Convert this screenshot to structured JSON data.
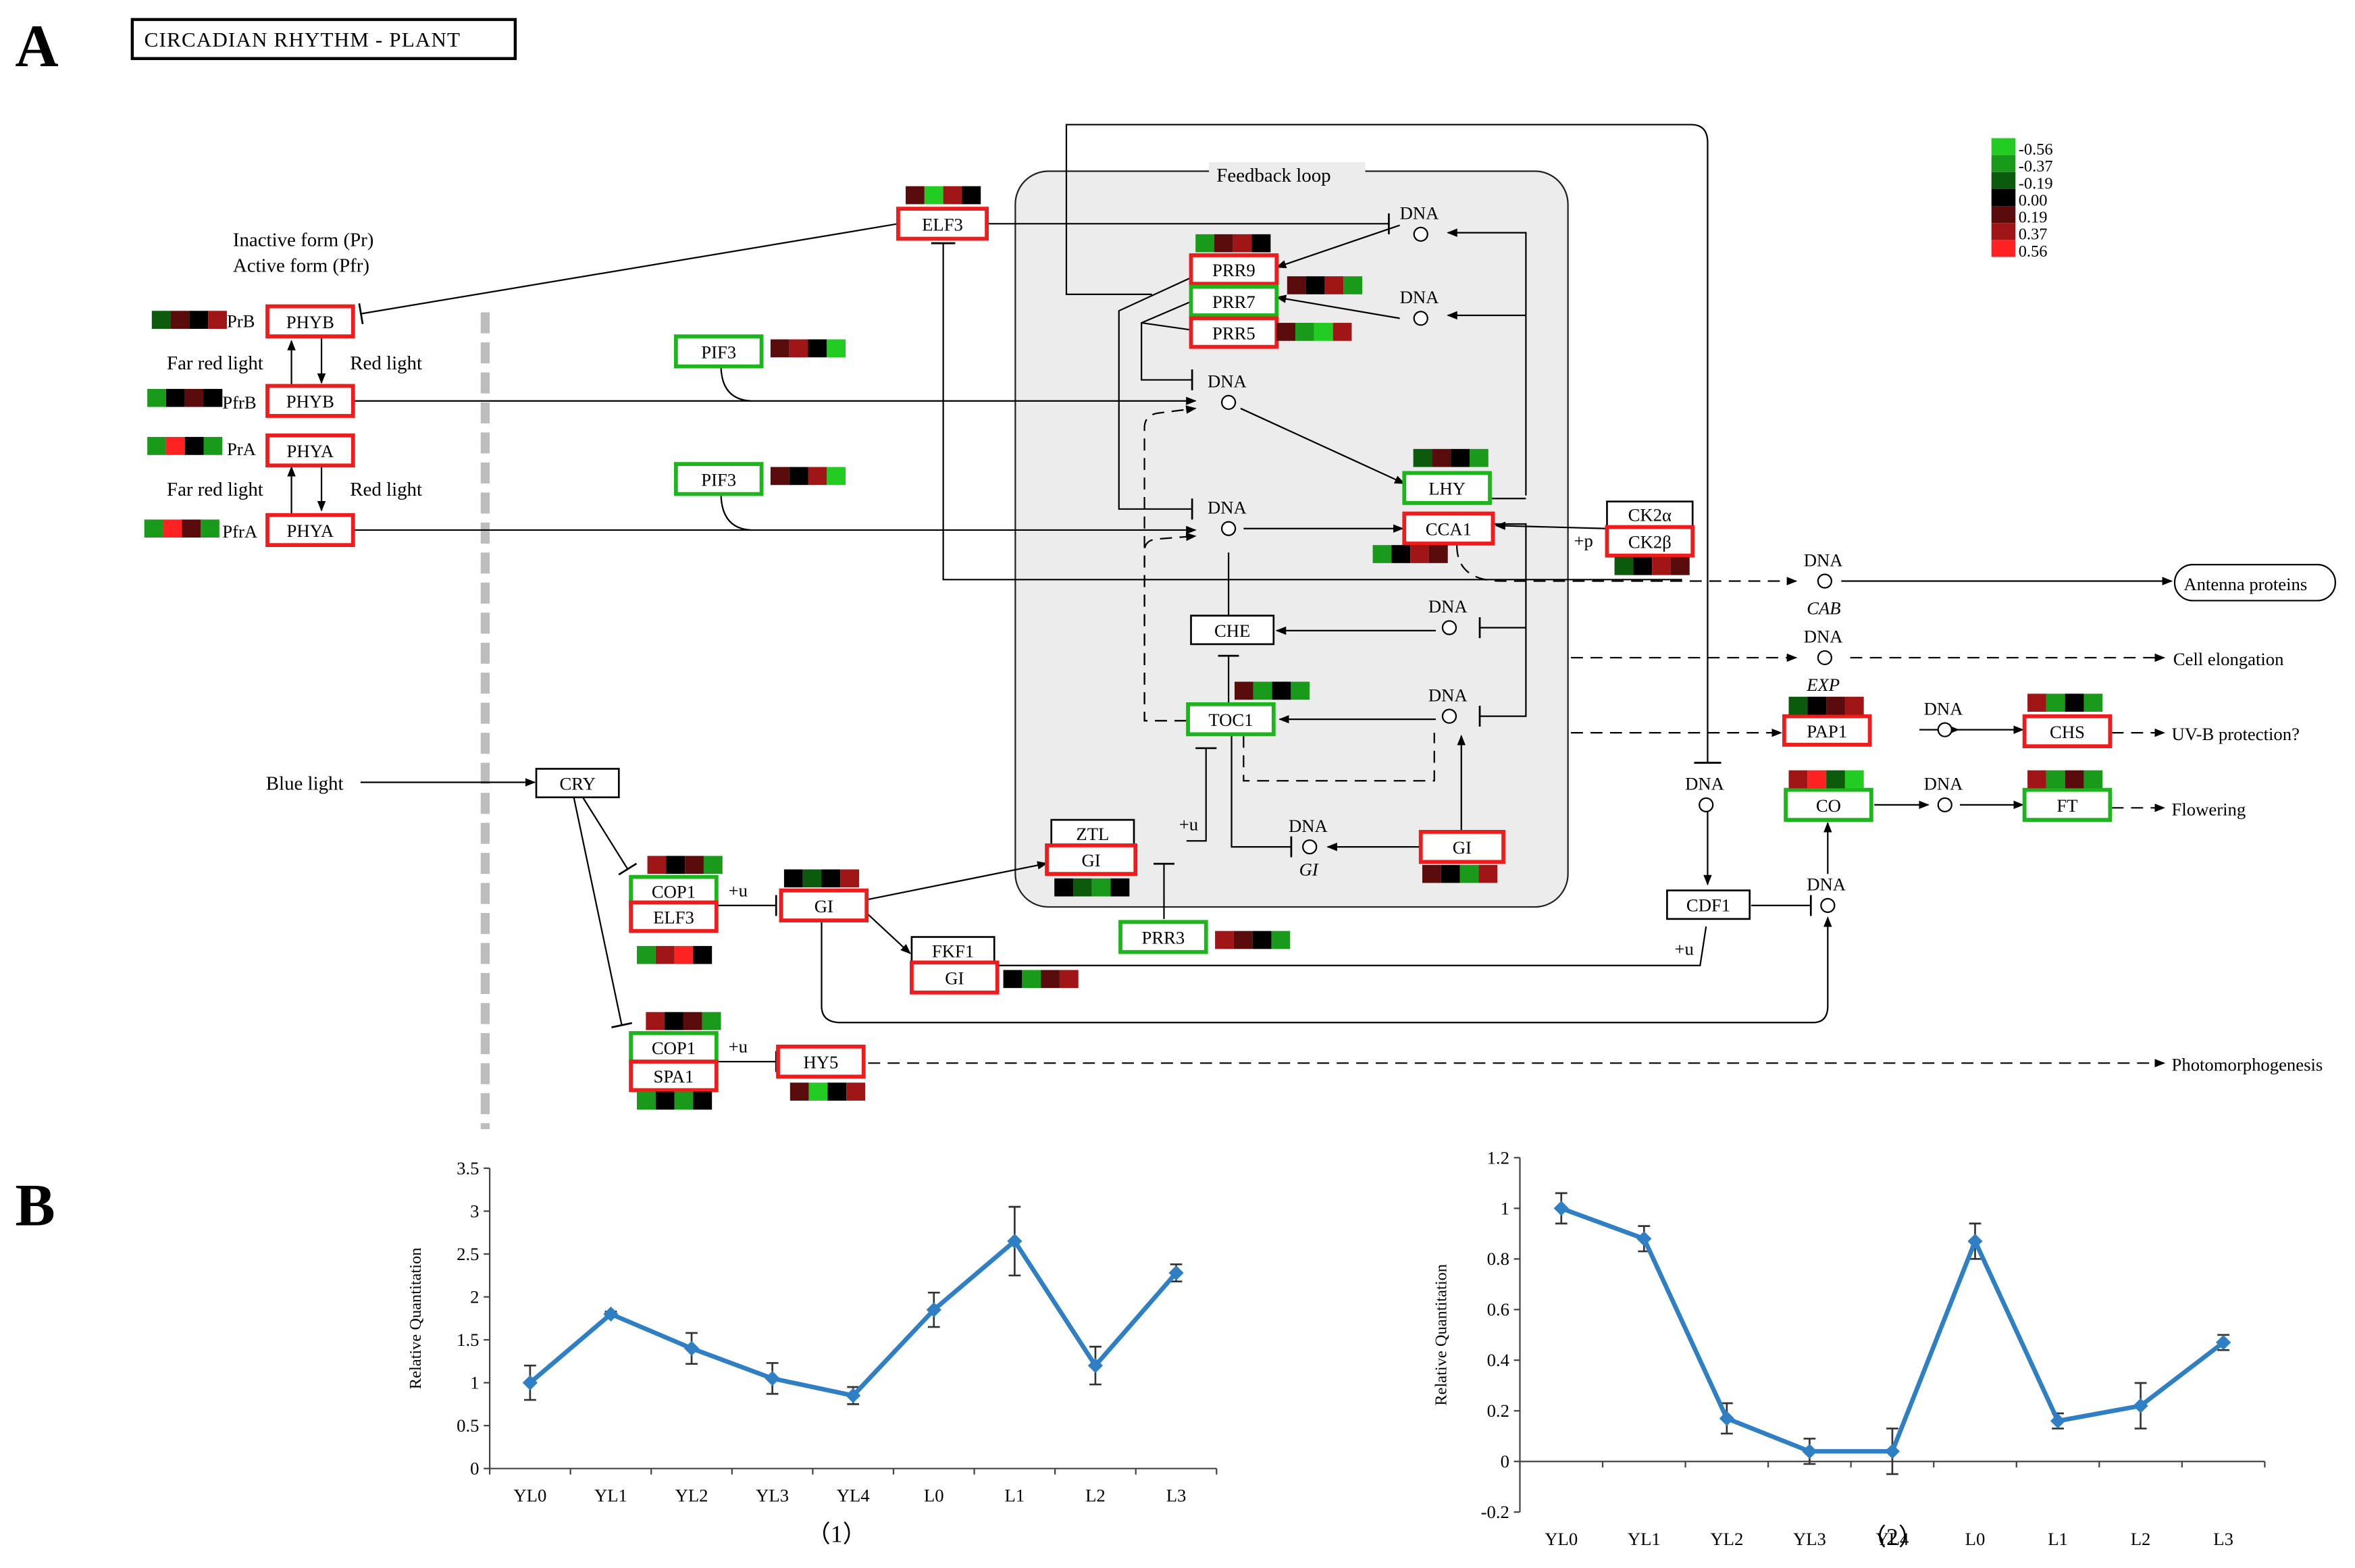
{
  "panel_labels": {
    "a": "A",
    "b": "B"
  },
  "pathway_title": "CIRCADIAN RHYTHM - PLANT",
  "feedback_label": "Feedback loop",
  "legend": {
    "values": [
      "-0.56",
      "-0.37",
      "-0.19",
      "0.00",
      "0.19",
      "0.37",
      "0.56"
    ],
    "colors": [
      "#22cc22",
      "#1a9a1a",
      "#0c5a0c",
      "#000000",
      "#5a0c0c",
      "#a01515",
      "#ff2222"
    ]
  },
  "colors": {
    "up": "#ee1c1c",
    "down": "#1cb51c",
    "neutral": "#000000",
    "loop_fill": "#ececec",
    "line_series": "#2e7fc4"
  },
  "texts": {
    "inactive_form": "Inactive form (Pr)",
    "active_form": "Active form (Pfr)",
    "far_red_1": "Far red light",
    "red_1": "Red light",
    "far_red_2": "Far red light",
    "red_2": "Red light",
    "prb": "PrB",
    "pfrb": "PfrB",
    "pra": "PrA",
    "pfra": "PfrA",
    "blue_light": "Blue light",
    "dna": "DNA",
    "cab": "CAB",
    "exp": "EXP",
    "gi_italic": "GI",
    "plus_u": "+u",
    "plus_p": "+p",
    "antenna": "Antenna proteins",
    "cell_elong": "Cell elongation",
    "uvb": "UV-B protection?",
    "flowering": "Flowering",
    "photomorph": "Photomorphogenesis"
  },
  "genes": {
    "PHYB_1": "PHYB",
    "PHYB_2": "PHYB",
    "PHYA_1": "PHYA",
    "PHYA_2": "PHYA",
    "ELF3_top": "ELF3",
    "PIF3_1": "PIF3",
    "PIF3_2": "PIF3",
    "PRR9": "PRR9",
    "PRR7": "PRR7",
    "PRR5": "PRR5",
    "LHY": "LHY",
    "CCA1": "CCA1",
    "CHE": "CHE",
    "TOC1": "TOC1",
    "ZTL": "ZTL",
    "GI_ztl": "GI",
    "GI_right": "GI",
    "PRR3": "PRR3",
    "FKF1": "FKF1",
    "GI_fkf1": "GI",
    "GI_mid": "GI",
    "CRY": "CRY",
    "COP1_1": "COP1",
    "ELF3_low": "ELF3",
    "COP1_2": "COP1",
    "SPA1": "SPA1",
    "HY5": "HY5",
    "CK2a": "CK2α",
    "CK2b": "CK2β",
    "CDF1": "CDF1",
    "PAP1": "PAP1",
    "CHS": "CHS",
    "CO": "CO",
    "FT": "FT"
  },
  "heatmaps": {
    "prb": [
      "#0c5a0c",
      "#5a0c0c",
      "#000000",
      "#a01515"
    ],
    "pfrb": [
      "#1a9a1a",
      "#000000",
      "#5a0c0c",
      "#000000"
    ],
    "pra": [
      "#1a9a1a",
      "#ff2222",
      "#000000",
      "#1a9a1a"
    ],
    "pfra": [
      "#1a9a1a",
      "#ff2222",
      "#5a0c0c",
      "#1a9a1a"
    ],
    "elf3_top": [
      "#5a0c0c",
      "#22cc22",
      "#a01515",
      "#000000"
    ],
    "pif3_1": [
      "#5a0c0c",
      "#a01515",
      "#000000",
      "#22cc22"
    ],
    "pif3_2": [
      "#5a0c0c",
      "#000000",
      "#a01515",
      "#22cc22"
    ],
    "prr9": [
      "#1a9a1a",
      "#5a0c0c",
      "#a01515",
      "#000000"
    ],
    "prr7": [
      "#5a0c0c",
      "#000000",
      "#a01515",
      "#1a9a1a"
    ],
    "prr5": [
      "#5a0c0c",
      "#1a9a1a",
      "#22cc22",
      "#a01515"
    ],
    "lhy": [
      "#0c5a0c",
      "#5a0c0c",
      "#000000",
      "#1a9a1a"
    ],
    "cca1": [
      "#1a9a1a",
      "#000000",
      "#a01515",
      "#5a0c0c"
    ],
    "ck2": [
      "#0c5a0c",
      "#000000",
      "#a01515",
      "#5a0c0c"
    ],
    "toc1": [
      "#5a0c0c",
      "#1a9a1a",
      "#000000",
      "#1a9a1a"
    ],
    "gi_ztl": [
      "#000000",
      "#0c5a0c",
      "#1a9a1a",
      "#000000"
    ],
    "gi_right": [
      "#5a0c0c",
      "#000000",
      "#1a9a1a",
      "#a01515"
    ],
    "prr3": [
      "#a01515",
      "#5a0c0c",
      "#000000",
      "#1a9a1a"
    ],
    "gi_mid": [
      "#000000",
      "#0c5a0c",
      "#000000",
      "#a01515"
    ],
    "gi_fkf1": [
      "#000000",
      "#1a9a1a",
      "#5a0c0c",
      "#a01515"
    ],
    "cop1_1": [
      "#a01515",
      "#000000",
      "#5a0c0c",
      "#1a9a1a"
    ],
    "elf3_low": [
      "#1a9a1a",
      "#a01515",
      "#ff2222",
      "#000000"
    ],
    "cop1_2": [
      "#a01515",
      "#000000",
      "#5a0c0c",
      "#1a9a1a"
    ],
    "spa1": [
      "#1a9a1a",
      "#000000",
      "#1a9a1a",
      "#000000"
    ],
    "hy5": [
      "#5a0c0c",
      "#22cc22",
      "#000000",
      "#a01515"
    ],
    "pap1": [
      "#0c5a0c",
      "#000000",
      "#5a0c0c",
      "#a01515"
    ],
    "chs": [
      "#a01515",
      "#1a9a1a",
      "#000000",
      "#1a9a1a"
    ],
    "co": [
      "#a01515",
      "#ff2222",
      "#0c5a0c",
      "#22cc22"
    ],
    "ft": [
      "#a01515",
      "#1a9a1a",
      "#5a0c0c",
      "#1a9a1a"
    ]
  },
  "chart_data": [
    {
      "type": "line",
      "title": "",
      "caption": "（1）",
      "ylabel": "Relative Quantitation",
      "xlabel": "",
      "categories": [
        "YL0",
        "YL1",
        "YL2",
        "YL3",
        "YL4",
        "L0",
        "L1",
        "L2",
        "L3"
      ],
      "values": [
        1.0,
        1.8,
        1.4,
        1.05,
        0.85,
        1.85,
        2.65,
        1.2,
        2.28
      ],
      "errors": [
        0.2,
        0.03,
        0.18,
        0.18,
        0.1,
        0.2,
        0.4,
        0.22,
        0.1
      ],
      "ylim": [
        0,
        3.5
      ],
      "yticks": [
        "0",
        "0.5",
        "1",
        "1.5",
        "2",
        "2.5",
        "3",
        "3.5"
      ],
      "ytick_values": [
        0,
        0.5,
        1,
        1.5,
        2,
        2.5,
        3,
        3.5
      ]
    },
    {
      "type": "line",
      "title": "",
      "caption": "（2）",
      "ylabel": "Relative Quantitation",
      "xlabel": "",
      "categories": [
        "YL0",
        "YL1",
        "YL2",
        "YL3",
        "YL4",
        "L0",
        "L1",
        "L2",
        "L3"
      ],
      "values": [
        1.0,
        0.88,
        0.17,
        0.04,
        0.04,
        0.87,
        0.16,
        0.22,
        0.47
      ],
      "errors": [
        0.06,
        0.05,
        0.06,
        0.05,
        0.09,
        0.07,
        0.03,
        0.09,
        0.03
      ],
      "ylim": [
        -0.2,
        1.2
      ],
      "yticks": [
        "-0.2",
        "0",
        "0.2",
        "0.4",
        "0.6",
        "0.8",
        "1",
        "1.2"
      ],
      "ytick_values": [
        -0.2,
        0,
        0.2,
        0.4,
        0.6,
        0.8,
        1,
        1.2
      ]
    }
  ]
}
